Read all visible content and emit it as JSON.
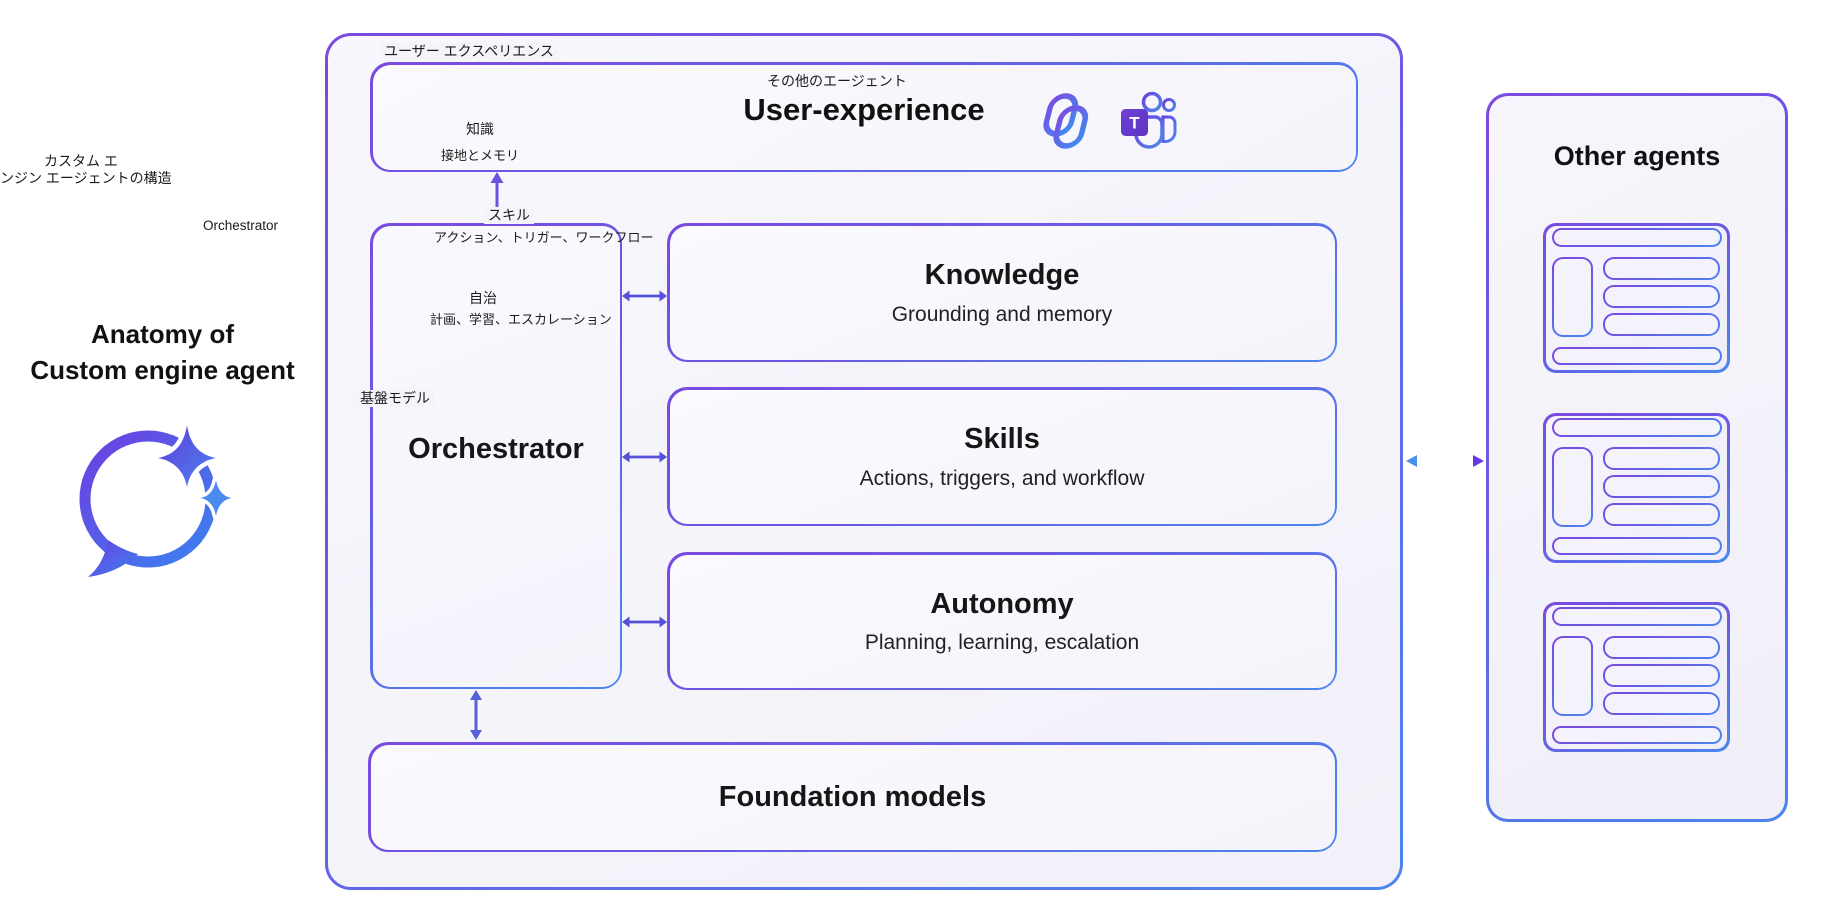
{
  "colors": {
    "border_purple": "#7a4be0",
    "border_blue": "#4b86ee",
    "arrow_purple": "#5552d9",
    "arrow_up": "#6b53e0",
    "dotted_arrow_blue": "#4a90e8",
    "dotted_arrow_purple": "#6836e6",
    "text": "#1b1b1b"
  },
  "left_panel": {
    "jp_wrapped_title_line1": "カスタム エ",
    "jp_wrapped_title_line2": "ンジン エージェントの構造",
    "orchestrator_label": "Orchestrator",
    "title_line1": "Anatomy of",
    "title_line2": "Custom engine agent",
    "icon": "chat-sparkle-icon"
  },
  "diagram": {
    "user_experience": {
      "jp_label": "ユーザー エクスペリエンス",
      "jp_other_agents": "その他のエージェント",
      "title": "User-experience",
      "icons": [
        "copilot-icon",
        "teams-icon"
      ],
      "teams_letter": "T"
    },
    "jp_overlays": {
      "knowledge": "知識",
      "knowledge_sub": "接地とメモリ",
      "skills": "スキル",
      "skills_sub": "アクション、トリガー、ワークフロー",
      "autonomy": "自治",
      "autonomy_sub": "計画、学習、エスカレーション",
      "foundation": "基盤モデル"
    },
    "orchestrator": {
      "title": "Orchestrator"
    },
    "knowledge": {
      "title": "Knowledge",
      "subtitle": "Grounding and memory"
    },
    "skills": {
      "title": "Skills",
      "subtitle": "Actions, triggers, and workflow"
    },
    "autonomy": {
      "title": "Autonomy",
      "subtitle": "Planning, learning, escalation"
    },
    "foundation_models": {
      "title": "Foundation models"
    }
  },
  "other_agents": {
    "title": "Other agents",
    "card_count": 3,
    "card_icon": "agent-window-icon"
  }
}
